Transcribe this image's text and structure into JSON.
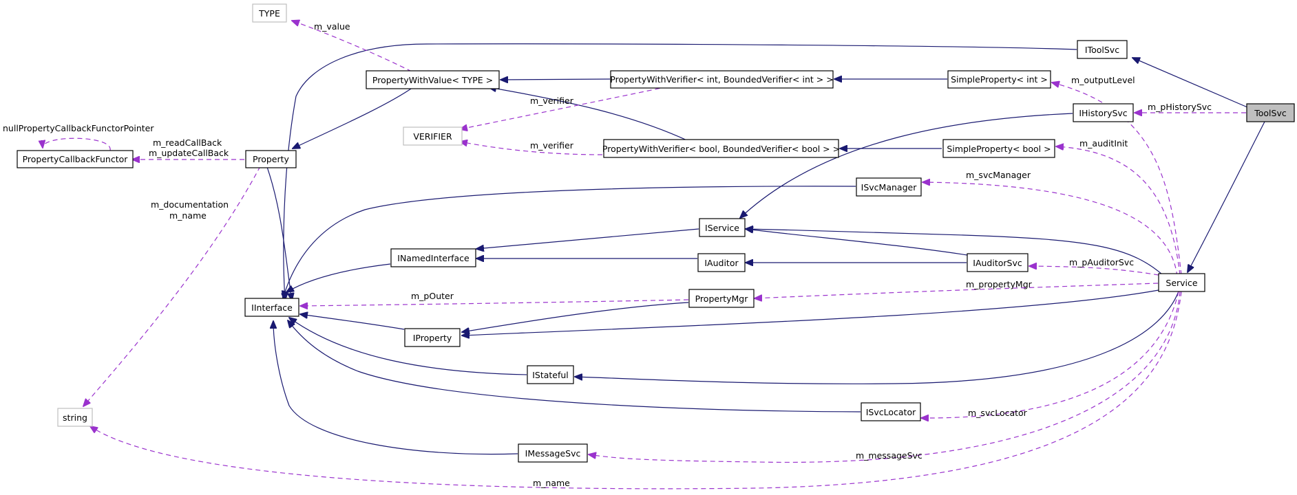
{
  "diagram": {
    "type": "collaboration-graph",
    "focus_class": "ToolSvc",
    "colors": {
      "inheritance_edge": "#191970",
      "member_edge": "#9a32cd",
      "focus_fill": "#bfbfbf",
      "undocumented_border": "#bfbfbf"
    },
    "nodes": {
      "type_tpl": "TYPE",
      "verifier_tpl": "VERIFIER",
      "string": "string",
      "property_callback_functor": "PropertyCallbackFunctor",
      "property": "Property",
      "iinterface": "IInterface",
      "property_with_value": "PropertyWithValue< TYPE >",
      "pwv_int": "PropertyWithVerifier< int, BoundedVerifier< int > >",
      "pwv_bool": "PropertyWithVerifier< bool, BoundedVerifier< bool > >",
      "simple_property_int": "SimpleProperty< int >",
      "simple_property_bool": "SimpleProperty< bool >",
      "itoolsvc": "IToolSvc",
      "ihistorysvc": "IHistorySvc",
      "toolsvc": "ToolSvc",
      "isvcmanager": "ISvcManager",
      "iservice": "IService",
      "inamedinterface": "INamedInterface",
      "iauditor": "IAuditor",
      "iauditorsvc": "IAuditorSvc",
      "service": "Service",
      "propertymgr": "PropertyMgr",
      "iproperty": "IProperty",
      "istateful": "IStateful",
      "isvclocator": "ISvcLocator",
      "imessagesvc": "IMessageSvc"
    },
    "edge_labels": {
      "m_value": "m_value",
      "m_verifier_int": "m_verifier",
      "m_verifier_bool": "m_verifier",
      "null_pointer": "nullPropertyCallbackFunctorPointer",
      "m_readcallback": "m_readCallBack",
      "m_updatecallback": "m_updateCallBack",
      "m_documentation": "m_documentation",
      "m_name_prop": "m_name",
      "m_name_service": "m_name",
      "m_outputlevel": "m_outputLevel",
      "m_phistorysvc": "m_pHistorySvc",
      "m_auditinit": "m_auditInit",
      "m_svcmanager": "m_svcManager",
      "m_pauditorsvc": "m_pAuditorSvc",
      "m_propertymgr": "m_propertyMgr",
      "m_pouter": "m_pOuter",
      "m_svclocator": "m_svcLocator",
      "m_messagesvc": "m_messageSvc"
    }
  }
}
